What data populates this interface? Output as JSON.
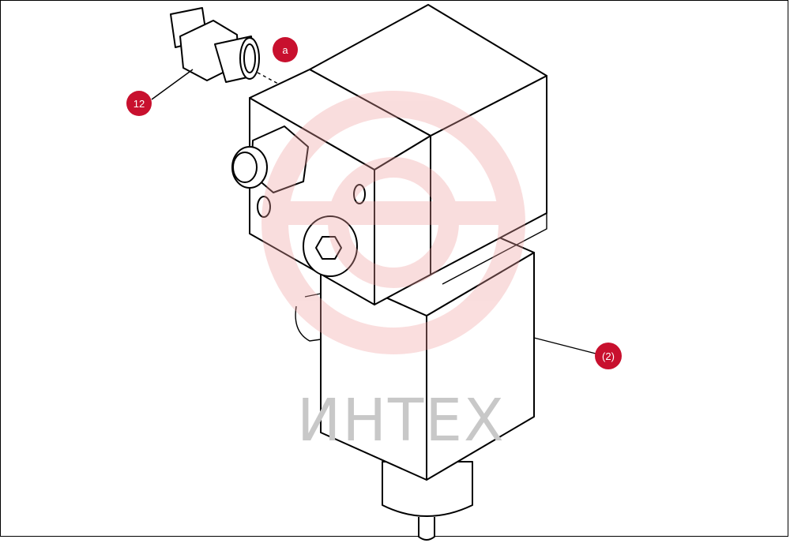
{
  "callouts": {
    "part_12": "12",
    "port_a": "a",
    "part_2": "(2)"
  },
  "watermark": {
    "text": "ИНТЕХ"
  },
  "colors": {
    "callout_fill": "#c8102e",
    "line": "#000000",
    "watermark": "#f0a0a0"
  }
}
